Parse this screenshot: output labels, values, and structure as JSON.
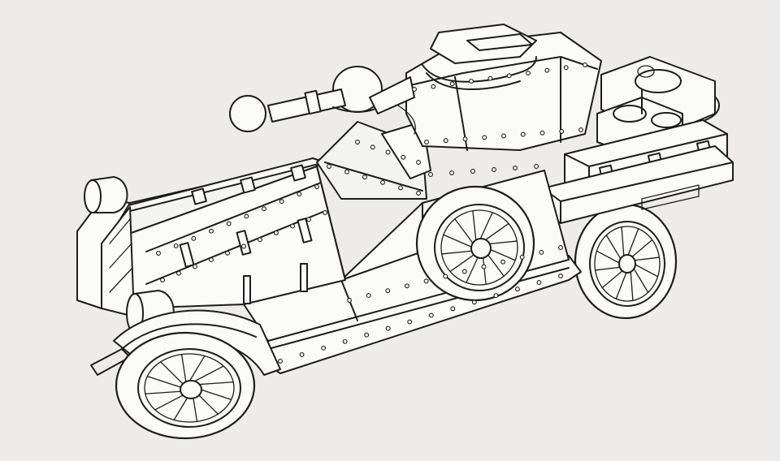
{
  "scene": {
    "subject": "armored-car-line-drawing",
    "colors": {
      "paper": "#efeeec",
      "ink": "#1d1d1d",
      "fill": "#fbfbfa"
    }
  },
  "wheels": [
    {
      "name": "front-left-wheel",
      "spokes": 12
    },
    {
      "name": "rear-left-wheel",
      "spokes": 12
    },
    {
      "name": "rear-right-wheel",
      "spokes": 12
    }
  ]
}
